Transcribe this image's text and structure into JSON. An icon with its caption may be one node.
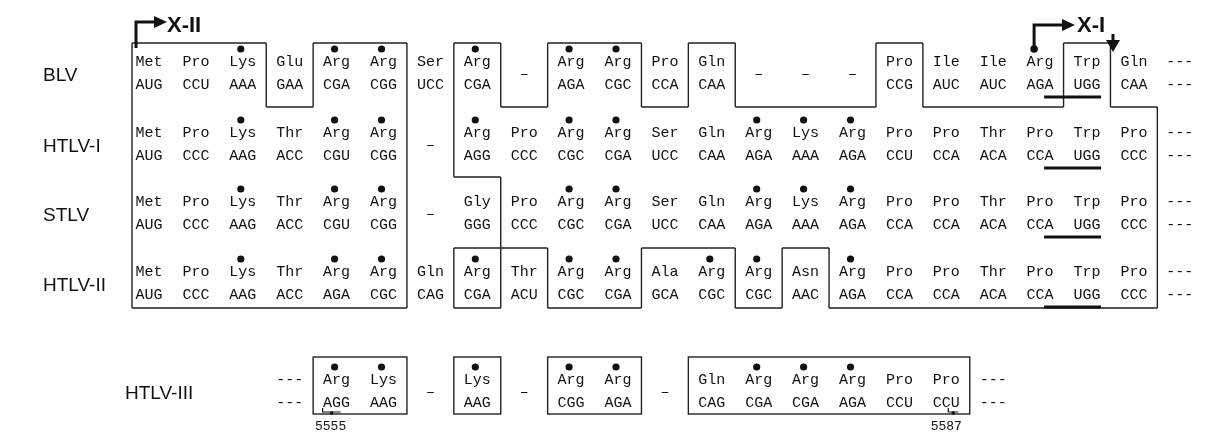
{
  "diagram": {
    "labels": [
      "X-II",
      "X-I",
      "BLV",
      "Met",
      "Pro",
      "Lys",
      "Glu",
      "Arg",
      "Arg",
      "Ser",
      "Arg",
      "–",
      "Arg",
      "Arg",
      "Pro",
      "Gln",
      "–",
      "–",
      "–",
      "Pro",
      "Ile",
      "Ile",
      "Arg",
      "Trp",
      "Gln",
      "---",
      "AUG",
      "CCU",
      "AAA",
      "GAA",
      "CGA",
      "CGG",
      "UCC",
      "CGA",
      "AGA",
      "CGC",
      "CCA",
      "CAA",
      "CCG",
      "AUC",
      "AUC",
      "AGA",
      "UGG",
      "CAA",
      "---",
      "HTLV-I",
      "Met",
      "Pro",
      "Lys",
      "Thr",
      "Arg",
      "Arg",
      "–",
      "Arg",
      "Pro",
      "Arg",
      "Arg",
      "Ser",
      "Gln",
      "Arg",
      "Lys",
      "Arg",
      "Pro",
      "Pro",
      "Thr",
      "Pro",
      "Trp",
      "Pro",
      "---",
      "AUG",
      "CCC",
      "AAG",
      "ACC",
      "CGU",
      "CGG",
      "AGG",
      "CCC",
      "CGC",
      "CGA",
      "UCC",
      "CAA",
      "AGA",
      "AAA",
      "AGA",
      "CCU",
      "CCA",
      "ACA",
      "CCA",
      "UGG",
      "CCC",
      "---",
      "STLV",
      "Met",
      "Pro",
      "Lys",
      "Thr",
      "Arg",
      "Arg",
      "–",
      "Gly",
      "Pro",
      "Arg",
      "Arg",
      "Ser",
      "Gln",
      "Arg",
      "Lys",
      "Arg",
      "Pro",
      "Pro",
      "Thr",
      "Pro",
      "Trp",
      "Pro",
      "---",
      "AUG",
      "CCC",
      "AAG",
      "ACC",
      "CGU",
      "CGG",
      "GGG",
      "CCC",
      "CGC",
      "CGA",
      "UCC",
      "CAA",
      "AGA",
      "AAA",
      "AGA",
      "CCA",
      "CCA",
      "ACA",
      "CCA",
      "UGG",
      "CCC",
      "---",
      "HTLV-II",
      "Met",
      "Pro",
      "Lys",
      "Thr",
      "Arg",
      "Arg",
      "Gln",
      "Arg",
      "Thr",
      "Arg",
      "Arg",
      "Ala",
      "Arg",
      "Arg",
      "Asn",
      "Arg",
      "Pro",
      "Pro",
      "Thr",
      "Pro",
      "Trp",
      "Pro",
      "---",
      "AUG",
      "CCC",
      "AAG",
      "ACC",
      "AGA",
      "CGC",
      "CAG",
      "CGA",
      "ACU",
      "CGC",
      "CGA",
      "GCA",
      "CGC",
      "CGC",
      "AAC",
      "AGA",
      "CCA",
      "CCA",
      "ACA",
      "CCA",
      "UGG",
      "CCC",
      "---",
      "HTLV-III",
      "---",
      "Arg",
      "Lys",
      "–",
      "Lys",
      "–",
      "Arg",
      "Arg",
      "–",
      "Gln",
      "Arg",
      "Arg",
      "Arg",
      "Pro",
      "Pro",
      "---",
      "---",
      "AGG",
      "AAG",
      "AAG",
      "CGG",
      "AGA",
      "CAG",
      "CGA",
      "CGA",
      "AGA",
      "CCU",
      "CCU",
      "---",
      "5555",
      "5587"
    ]
  }
}
